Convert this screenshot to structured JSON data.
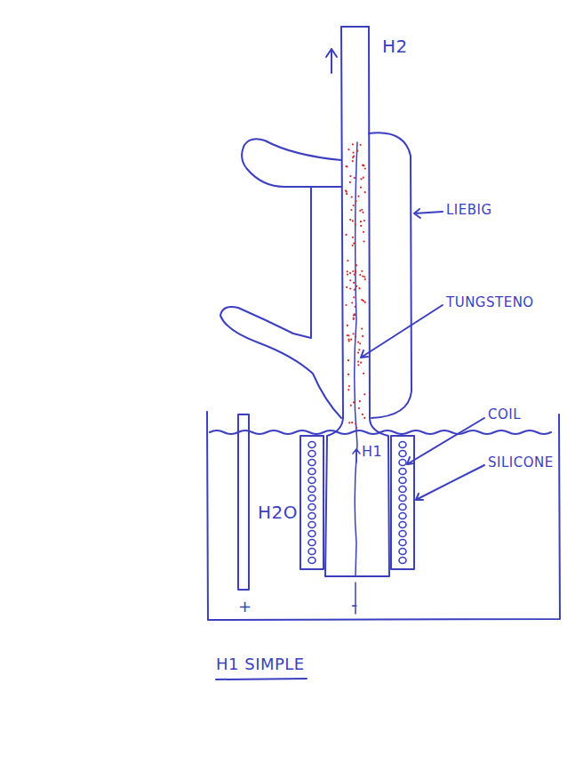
{
  "diagram": {
    "labels": [
      "H2",
      "LIEBIG",
      "TUNGSTENO",
      "COIL",
      "SILICONE",
      "H1",
      "H2O",
      "+",
      "-",
      "H1 SIMPLE"
    ]
  }
}
